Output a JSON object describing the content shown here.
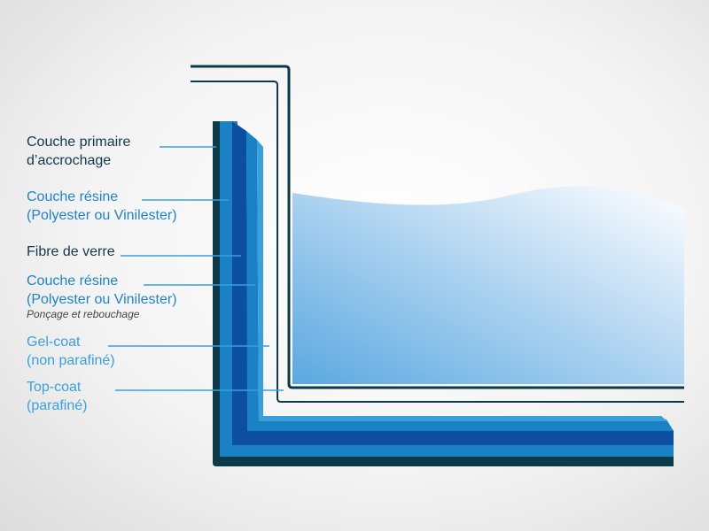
{
  "layers": [
    {
      "id": "primer",
      "lines": [
        "Couche primaire",
        "d’accrochage"
      ]
    },
    {
      "id": "resin-1",
      "lines": [
        "Couche résine",
        "(Polyester ou Vinilester)"
      ]
    },
    {
      "id": "fiberglass",
      "lines": [
        "Fibre de verre"
      ]
    },
    {
      "id": "resin-2",
      "lines": [
        "Couche résine",
        "(Polyester ou Vinilester)"
      ]
    },
    {
      "id": "gelcoat",
      "lines": [
        "Gel-coat",
        "(non parafiné)"
      ]
    },
    {
      "id": "topcoat",
      "lines": [
        "Top-coat",
        "(parafiné)"
      ]
    }
  ],
  "note": "Ponçage et rebouchage",
  "colors": {
    "dark": "#0c3a48",
    "blue_mid": "#1a82c4",
    "blue_deep": "#0b4ea2",
    "blue_light": "#3aa0da",
    "water": "#8ec3ec"
  }
}
